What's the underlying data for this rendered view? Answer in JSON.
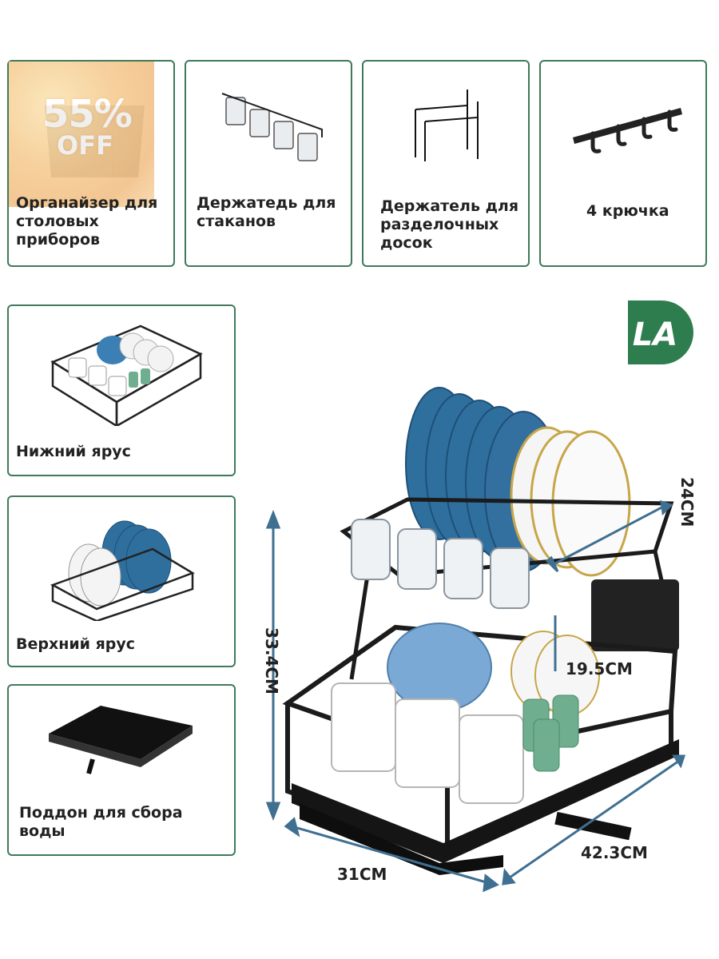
{
  "promo": {
    "percent": "55%",
    "off": "OFF"
  },
  "accessories": [
    {
      "label_lines": [
        "Органайзер для",
        "столовых",
        "приборов"
      ],
      "icon": "cutlery-organizer-icon"
    },
    {
      "label_lines": [
        "Держатедь для",
        "стаканов"
      ],
      "icon": "cup-holder-icon"
    },
    {
      "label_lines": [
        "Держатель для",
        "разделочных",
        "досок"
      ],
      "icon": "cutting-board-holder-icon"
    },
    {
      "label_lines": [
        "4 крючка"
      ],
      "icon": "hooks-icon"
    }
  ],
  "parts": [
    {
      "label_lines": [
        "Нижний ярус"
      ],
      "icon": "bottom-tier-icon"
    },
    {
      "label_lines": [
        "Верхний ярус"
      ],
      "icon": "top-tier-icon"
    },
    {
      "label_lines": [
        "Поддон  для сбора",
        "воды"
      ],
      "icon": "drip-tray-icon"
    }
  ],
  "logo": {
    "text": "LA",
    "color": "#2e7d4f"
  },
  "dimensions": {
    "height": "33.4CM",
    "top_width": "24CM",
    "middle": "19.5CM",
    "width": "31CM",
    "depth": "42.3CM"
  },
  "colors": {
    "border": "#3f7a5a",
    "arrow": "#3f6f91",
    "rack": "#1b1b1b",
    "plate_blue": "#2f6f9e"
  }
}
